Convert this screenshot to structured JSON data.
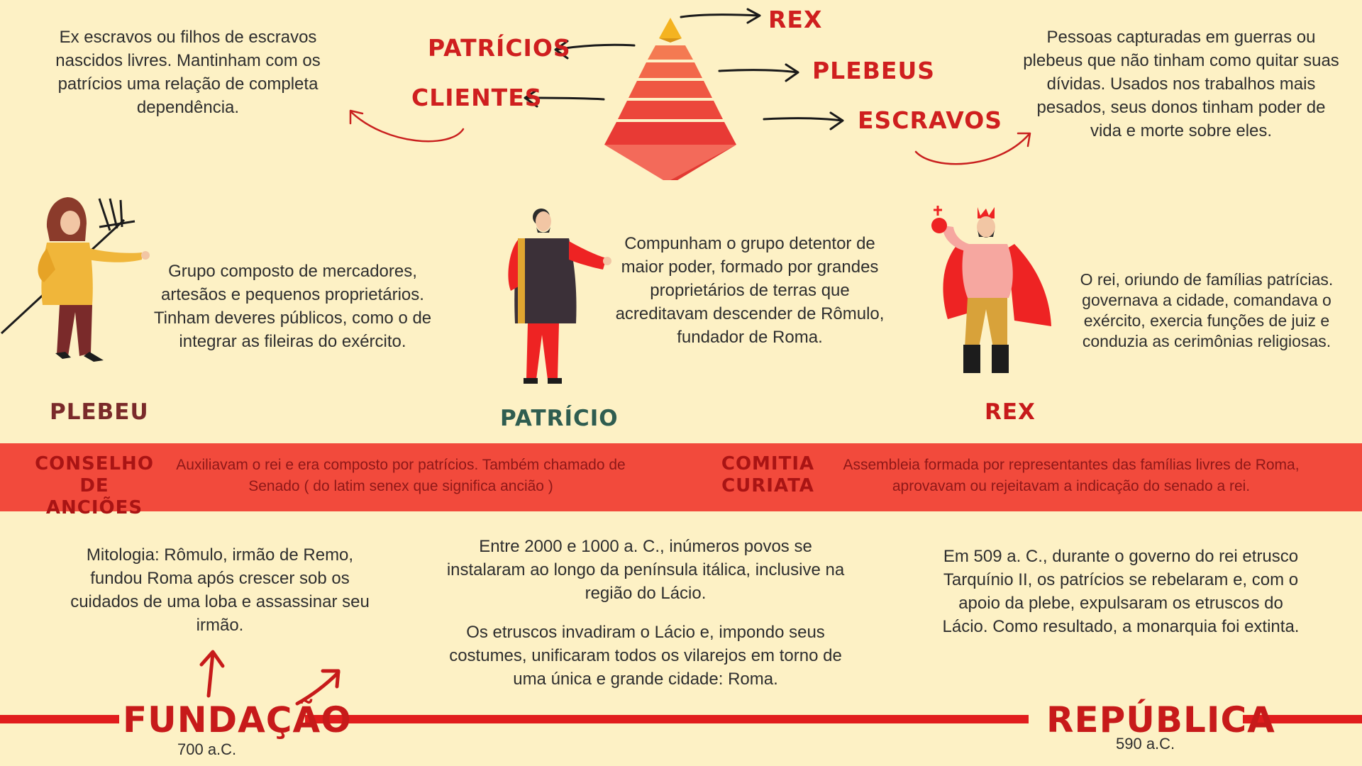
{
  "pyramid": {
    "labels": {
      "rex": "REX",
      "patricios": "PATRÍCIOS",
      "plebeus": "PLEBEUS",
      "clientes": "CLIENTES",
      "escravos": "ESCRAVOS"
    },
    "clientes_text": "Ex escravos ou filhos de escravos nascidos livres. Mantinham com os patrícios uma relação de completa dependência.",
    "escravos_text": "Pessoas capturadas em guerras ou plebeus que não tinham como quitar suas dívidas. Usados nos trabalhos mais pesados, seus donos tinham poder de vida e morte sobre eles."
  },
  "characters": {
    "plebeu": {
      "label": "PLEBEU",
      "text": "Grupo composto de mercadores, artesãos e pequenos proprietários. Tinham deveres públicos, como o de integrar as fileiras do exército."
    },
    "patricio": {
      "label": "PATRÍCIO",
      "text": "Compunham o grupo detentor de maior poder, formado por grandes proprietários de terras que acreditavam descender de Rômulo, fundador de Roma."
    },
    "rex": {
      "label": "REX",
      "text": "O rei, oriundo de famílias patrícias. governava a cidade, comandava o exército, exercia funções de juiz e conduzia as cerimônias religiosas."
    }
  },
  "band": {
    "conselho_line1": "CONSELHO",
    "conselho_line2": "DE ANCIÕES",
    "conselho_text": "Auxiliavam o rei e era composto por patrícios. Também chamado de Senado ( do latim senex que significa ancião )",
    "comitia_line1": "COMITIA",
    "comitia_line2": "CURIATA",
    "comitia_text": "Assembleia formada por representantes das famílias livres de Roma, aprovavam ou rejeitavam a indicação do senado a rei."
  },
  "timeline": {
    "mitologia_text": "Mitologia: Rômulo, irmão de Remo, fundou Roma após crescer sob os cuidados de uma loba e assassinar seu irmão.",
    "povos_text": "Entre 2000 e 1000 a. C.,  inúmeros povos se instalaram ao longo da península itálica, inclusive na região do Lácio.",
    "etruscos_text": "Os etruscos invadiram o Lácio e, impondo seus costumes, unificaram todos os vilarejos em torno de uma única e grande cidade: Roma.",
    "republica_text": "Em 509 a. C., durante o governo do rei etrusco Tarquínio II, os patrícios se rebelaram e, com o apoio da plebe, expulsaram os etruscos do Lácio. Como resultado, a monarquia foi extinta.",
    "fundacao_title": "FUNDAÇÃO",
    "fundacao_date": "700 a.C.",
    "republica_title": "REPÚBLICA",
    "republica_date": "590 a.C."
  },
  "colors": {
    "background": "#fdf1c5",
    "accent_red": "#e11d1d",
    "band_red": "#f24a3c",
    "plebeu_label": "#7a2a2a",
    "patricio_label": "#2f5d50"
  }
}
